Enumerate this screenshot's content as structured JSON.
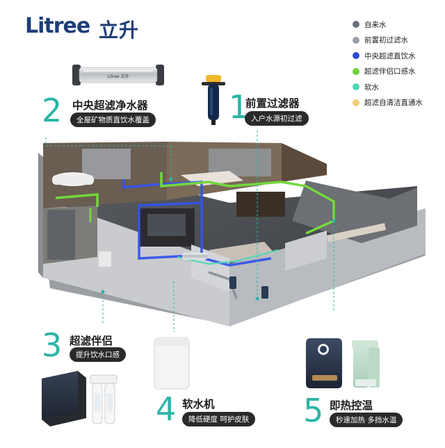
{
  "brand": {
    "name_en": "Litree",
    "name_cn": "立升"
  },
  "legend": [
    {
      "label": "自来水",
      "color": "#6b7178"
    },
    {
      "label": "前置初过滤水",
      "color": "#9aa0a6"
    },
    {
      "label": "中央超滤直饮水",
      "color": "#2f49d6"
    },
    {
      "label": "超滤伴侣口感水",
      "color": "#6fd23c"
    },
    {
      "label": "软水",
      "color": "#4fd6b7"
    },
    {
      "label": "超滤自清洁直通水",
      "color": "#f3cf7a"
    }
  ],
  "features": [
    {
      "number": "1",
      "title": "前置过滤器",
      "subtitle": "入户水源初过滤"
    },
    {
      "number": "2",
      "title": "中央超滤净水器",
      "subtitle": "全屋矿物质直饮水覆盖"
    },
    {
      "number": "3",
      "title": "超滤伴侣",
      "subtitle": "提升饮水口感"
    },
    {
      "number": "4",
      "title": "软水机",
      "subtitle": "降低硬度 呵护皮肤"
    },
    {
      "number": "5",
      "title": "即热控温",
      "subtitle": "秒速加热 多挡水温"
    }
  ],
  "products": {
    "uf_unit_label": "Litree 立升"
  },
  "colors": {
    "accent": "#2bb5a6",
    "brand": "#1e3e78",
    "pill_bg": "#2a2a2a"
  }
}
